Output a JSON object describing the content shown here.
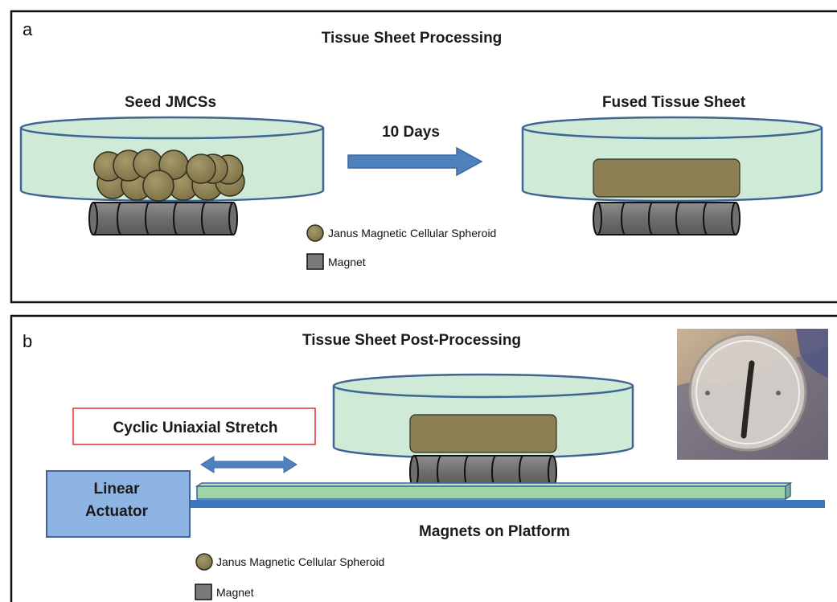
{
  "panel_a": {
    "letter": "a",
    "title": "Tissue Sheet Processing",
    "left_label": "Seed JMCSs",
    "arrow_label": "10 Days",
    "right_label": "Fused Tissue Sheet",
    "legend": {
      "spheroid": "Janus Magnetic Cellular Spheroid",
      "magnet": "Magnet"
    }
  },
  "panel_b": {
    "letter": "b",
    "title": "Tissue Sheet Post-Processing",
    "stretch_label": "Cyclic Uniaxial Stretch",
    "actuator_line1": "Linear",
    "actuator_line2": "Actuator",
    "platform_label": "Magnets on Platform",
    "legend": {
      "spheroid": "Janus Magnetic Cellular Spheroid",
      "magnet": "Magnet"
    }
  },
  "colors": {
    "dish_fill": "#cfead6",
    "dish_stroke": "#3f6594",
    "spheroid": "#8c7f52",
    "magnet": "#7a7a7a",
    "arrow": "#4f81bd",
    "actuator": "#8db4e2",
    "platform": "#9dd4a8",
    "rail": "#3a78c2",
    "stretch_box": "#e03030"
  }
}
